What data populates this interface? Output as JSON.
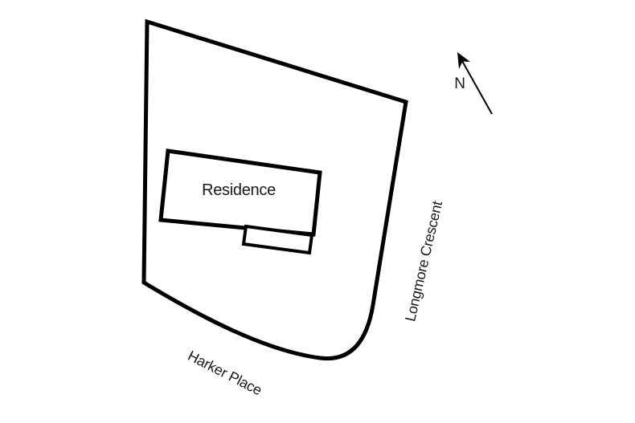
{
  "plan": {
    "building_label": "Residence",
    "street_bottom": "Harker Place",
    "street_right": "Longmore Crescent",
    "north_label": "N"
  },
  "colors": {
    "line": "#000000",
    "background": "#ffffff",
    "text": "#1a1a1a"
  }
}
